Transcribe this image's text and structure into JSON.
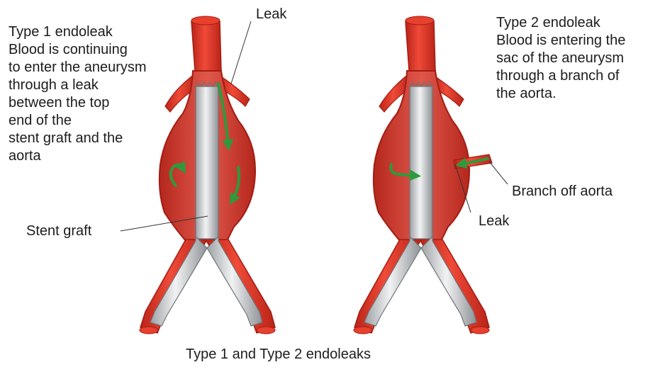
{
  "type1": {
    "lines": [
      "Type 1 endoleak",
      "Blood is continuing",
      "to enter the aneurysm",
      "through a leak",
      "between the top",
      "end of the",
      "stent graft and the",
      "aorta"
    ]
  },
  "type2": {
    "lines": [
      "Type 2 endoleak",
      "Blood is entering the",
      "sac of the aneurysm",
      "through a branch of",
      "the aorta."
    ]
  },
  "labels": {
    "leak_top": "Leak",
    "leak_right": "Leak",
    "branch": "Branch off aorta",
    "stent": "Stent graft"
  },
  "caption": "Type 1 and Type 2 endoleaks",
  "colors": {
    "vessel_outer": "#e63022",
    "vessel_inner": "#cc3a2c",
    "sac_fill": "#d9463a",
    "graft_fill": "#c9ccce",
    "graft_edge": "#6f7377",
    "arrow": "#2e9a3c",
    "pointer_line": "#333333"
  }
}
